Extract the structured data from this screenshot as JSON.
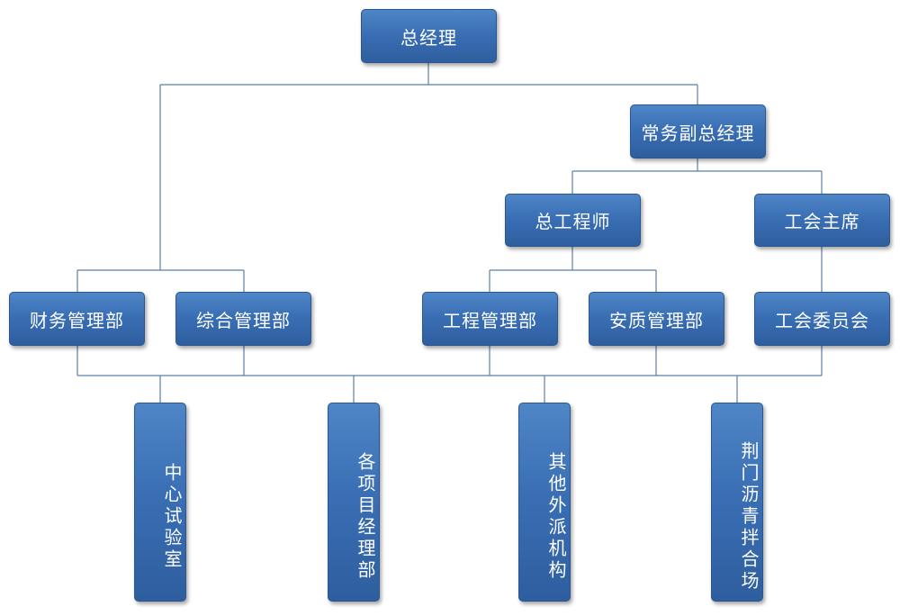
{
  "org_chart": {
    "general_manager": "总经理",
    "executive_vice_gm": "常务副总经理",
    "chief_engineer": "总工程师",
    "union_chair": "工会主席",
    "finance_dept": "财务管理部",
    "general_admin_dept": "综合管理部",
    "engineering_dept": "工程管理部",
    "safety_quality_dept": "安质管理部",
    "union_committee": "工会委员会",
    "central_lab": "中心试验室",
    "project_depts": "各项目经理部",
    "other_branches": "其他外派机构",
    "asphalt_plant": "荆门沥青拌合场"
  },
  "colors": {
    "node_fill": "#3a6fb5",
    "node_text": "#ffffff",
    "connector": "#5b7fa8"
  }
}
